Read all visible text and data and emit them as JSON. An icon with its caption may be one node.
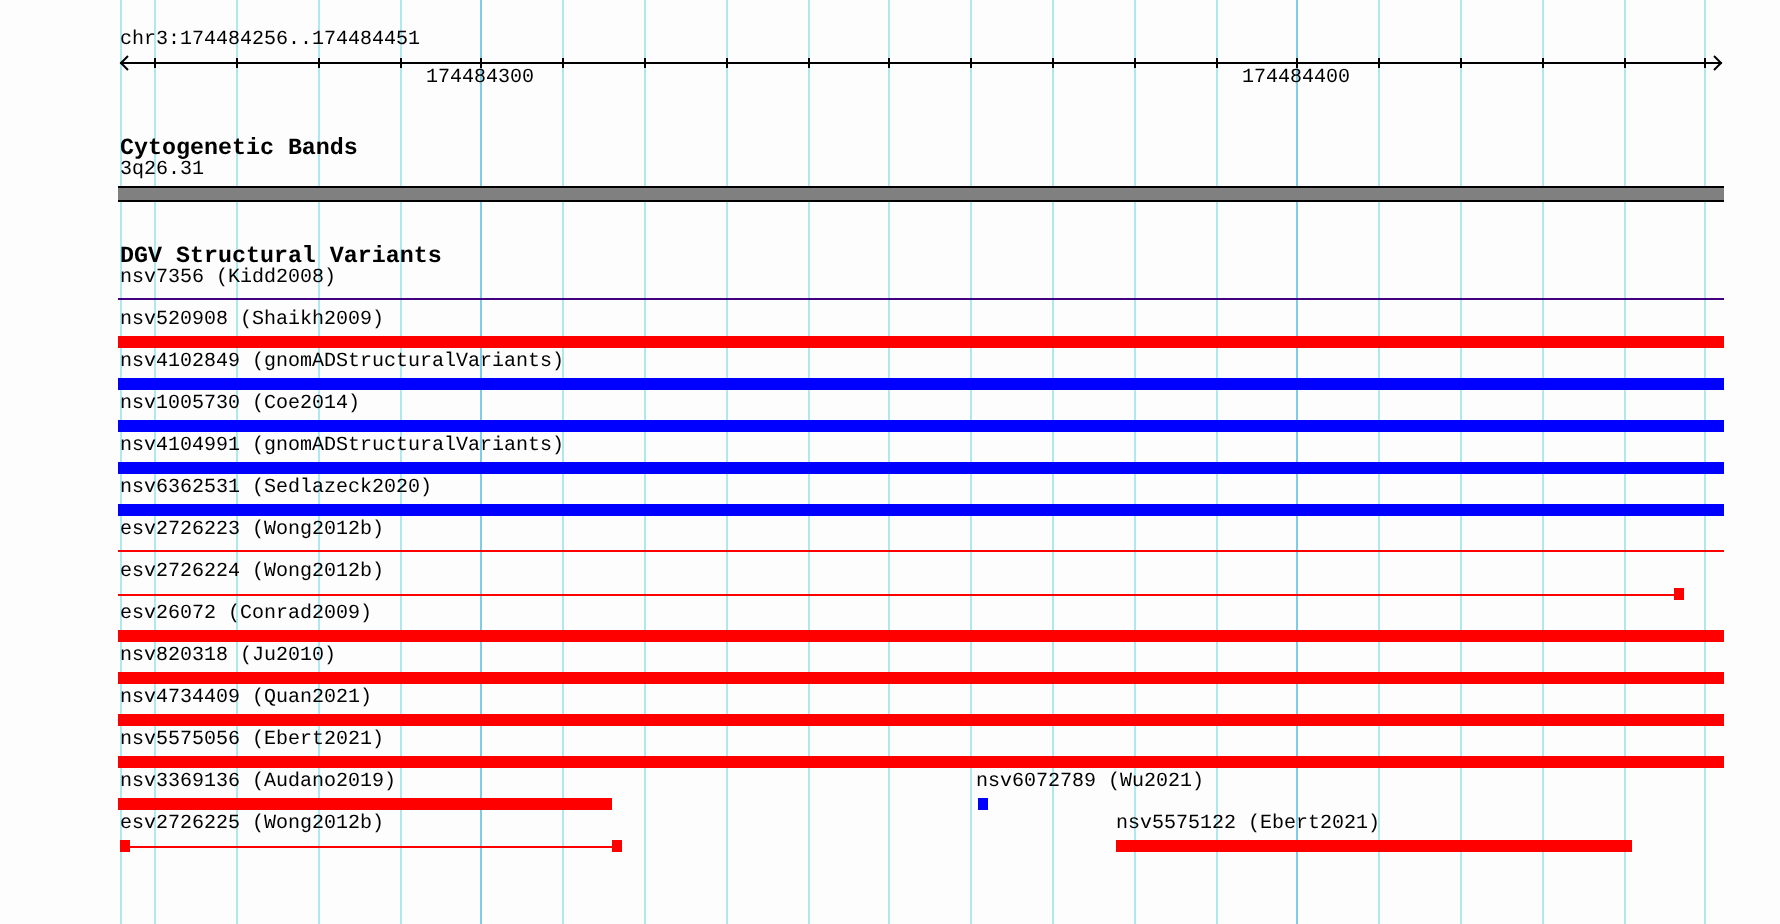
{
  "diagram": {
    "nodes": [
      {
        "text": [
          "3q26.31"
        ]
      },
      {
        "text": [
          "nsv7356 (Kidd2008)"
        ]
      },
      {
        "text": [
          "nsv520908 (Shaikh2009)"
        ]
      },
      {
        "text": [
          "nsv4102849 (gnomADStructuralVariants)"
        ]
      },
      {
        "text": [
          "nsv1005730 (Coe2014)"
        ]
      },
      {
        "text": [
          "nsv4104991 (gnomADStructuralVariants)"
        ]
      },
      {
        "text": [
          "nsv6362531 (Sedlazeck2020)"
        ]
      },
      {
        "text": [
          "esv2726223 (Wong2012b)"
        ]
      },
      {
        "text": [
          "esv2726224 (Wong2012b)"
        ]
      },
      {
        "text": [
          "esv26072 (Conrad2009)"
        ]
      },
      {
        "text": [
          "nsv820318 (Ju2010)"
        ]
      },
      {
        "text": [
          "nsv4734409 (Quan2021)"
        ]
      },
      {
        "text": [
          "nsv5575056 (Ebert2021)"
        ]
      },
      {
        "text": [
          "nsv3369136 (Audano2019)"
        ]
      },
      {
        "text": [
          "nsv6072789 (Wu2021)"
        ]
      },
      {
        "text": [
          "esv2726225 (Wong2012b)"
        ]
      },
      {
        "text": [
          "nsv5575122 (Ebert2021)"
        ]
      }
    ],
    "labels": [
      "chr3:174484256..174484451",
      "174484300",
      "174484400",
      "Cytogenetic Bands",
      "DGV Structural Variants"
    ]
  }
}
